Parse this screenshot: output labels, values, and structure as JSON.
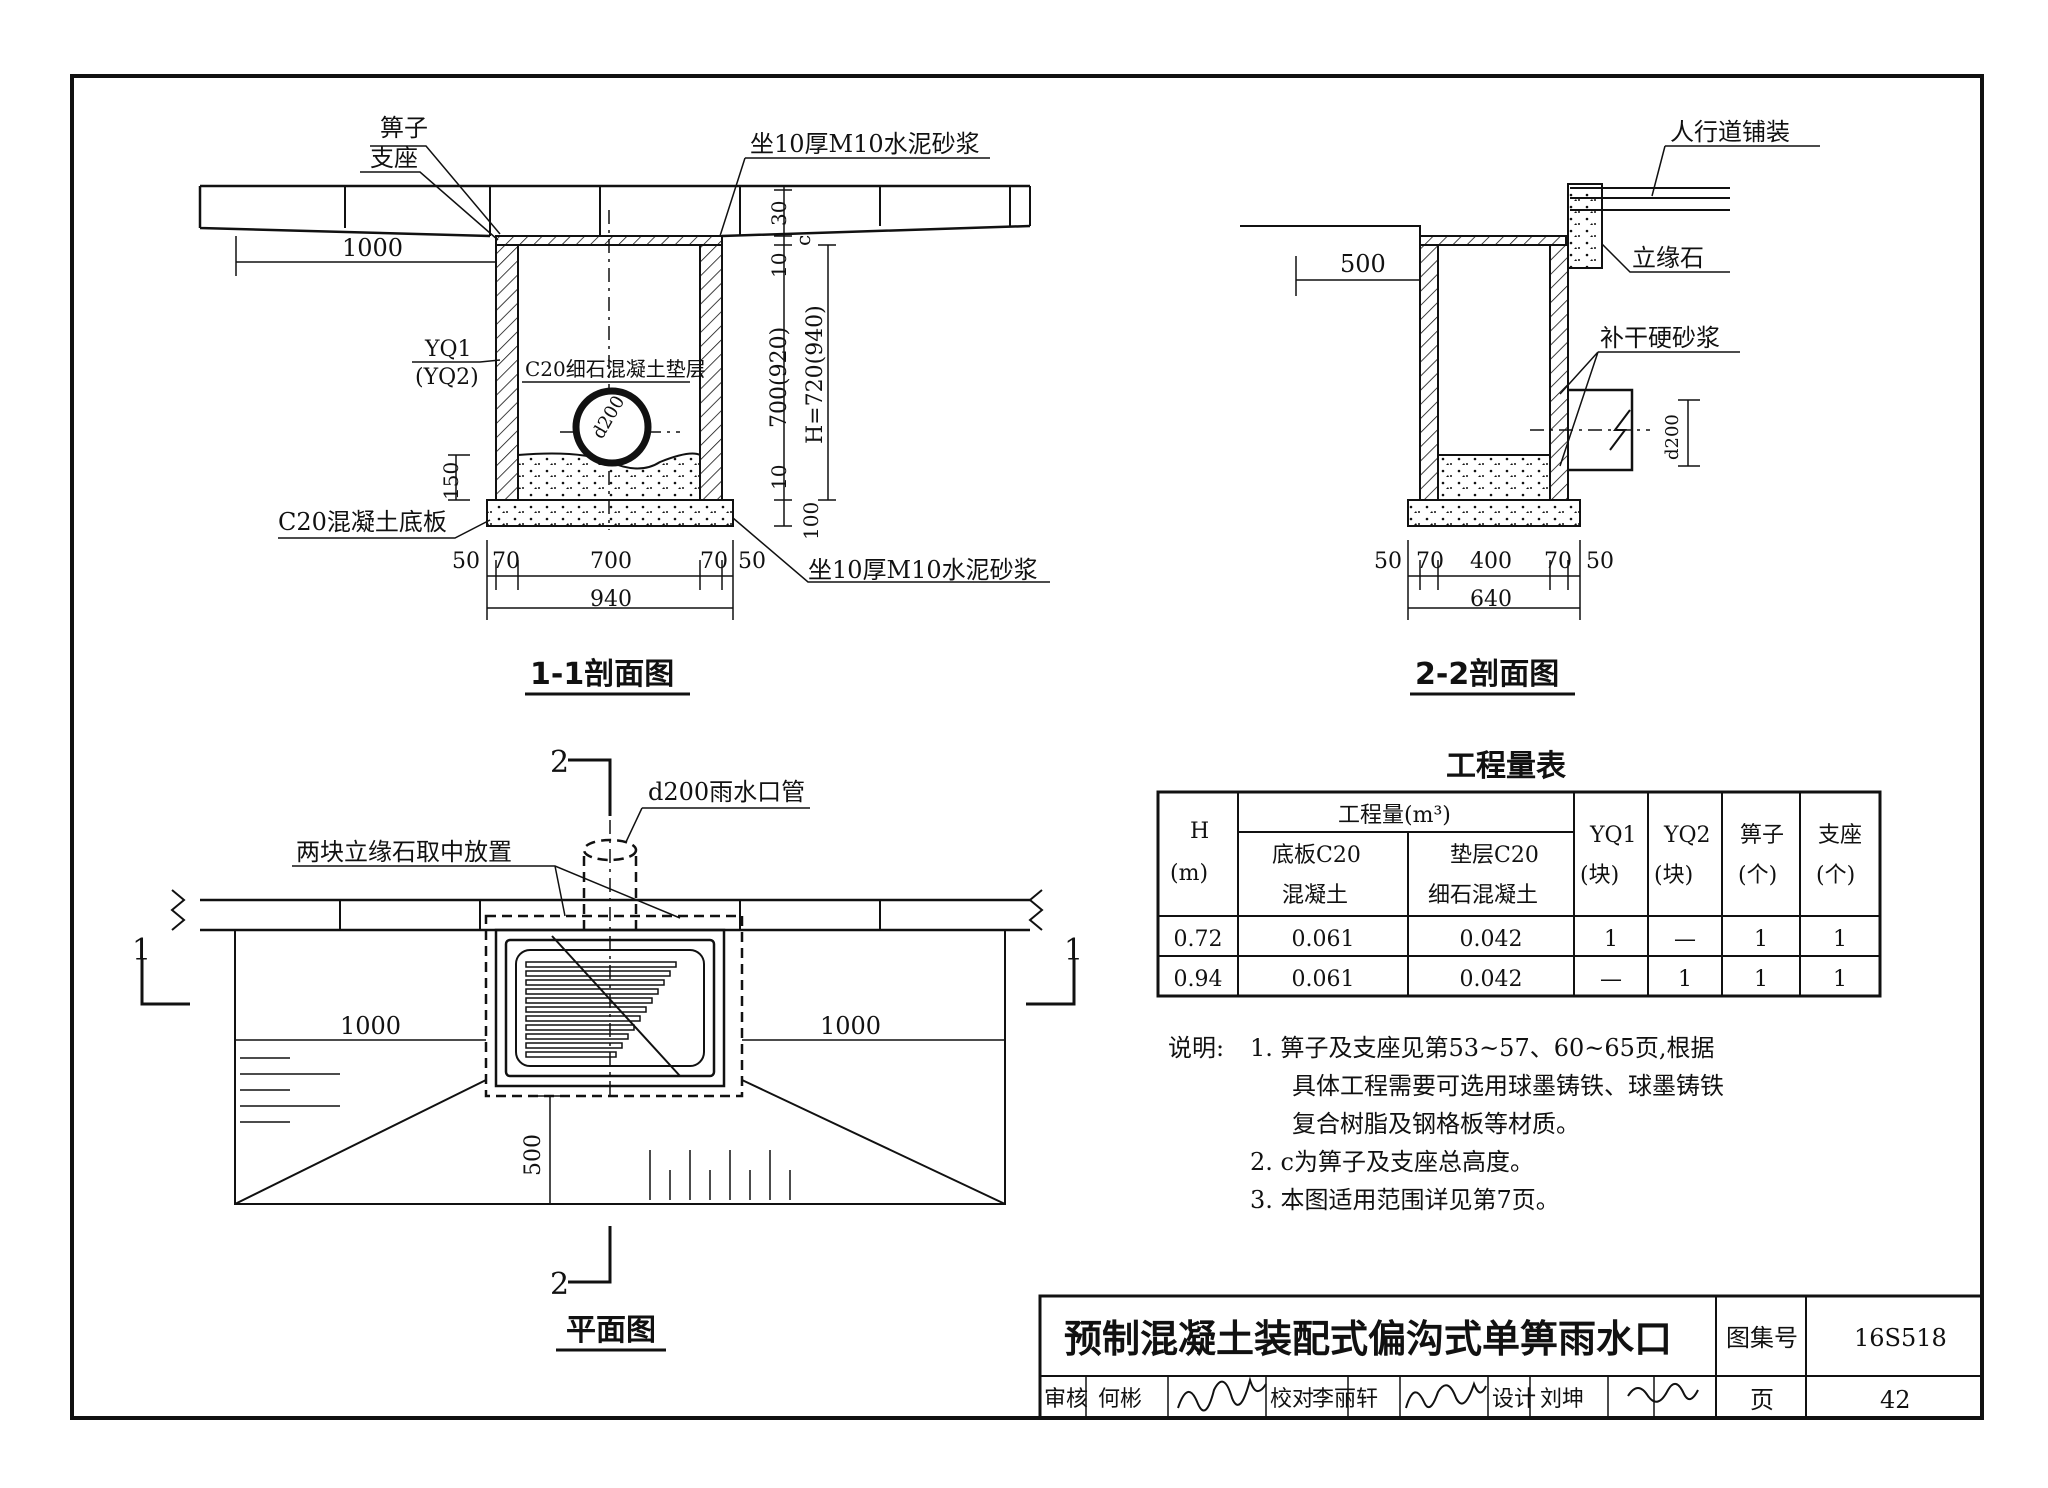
{
  "section11": {
    "title": "1-1剖面图",
    "grate": "箅子",
    "seat": "支座",
    "mortar_top": "坐10厚M10水泥砂浆",
    "mortar_bottom": "坐10厚M10水泥砂浆",
    "dim_1000": "1000",
    "yq1": "YQ1",
    "yq2": "(YQ2)",
    "cushion": "C20细石混凝土垫层",
    "pipe": "d200",
    "dim_150": "150",
    "base": "C20混凝土底板",
    "dim_30": "30",
    "dim_c": "c",
    "dim_10a": "10",
    "dim_700": "700(920)",
    "dim_H": "H=720(940)",
    "dim_10b": "10",
    "dim_100": "100",
    "dim_50a": "50",
    "dim_70a": "70",
    "dim_700w": "700",
    "dim_70b": "70",
    "dim_50b": "50",
    "dim_940": "940"
  },
  "section22": {
    "title": "2-2剖面图",
    "paving": "人行道铺装",
    "curb": "立缘石",
    "dry_mortar": "补干硬砂浆",
    "dim_500": "500",
    "dim_d200": "d200",
    "dim_50a": "50",
    "dim_70a": "70",
    "dim_400": "400",
    "dim_70b": "70",
    "dim_50b": "50",
    "dim_640": "640"
  },
  "plan": {
    "title": "平面图",
    "pipe_label": "d200雨水口管",
    "curb_note": "两块立缘石取中放置",
    "cut2_top": "2",
    "cut2_bottom": "2",
    "cut1_left": "1",
    "cut1_right": "1",
    "dim_1000_left": "1000",
    "dim_1000_right": "1000",
    "dim_500": "500"
  },
  "quantity_table": {
    "title": "工程量表",
    "h_head": "H",
    "h_unit": "(m)",
    "group_head": "工程量(m³)",
    "base_head_1": "底板C20",
    "base_head_2": "混凝土",
    "cushion_head_1": "垫层C20",
    "cushion_head_2": "细石混凝土",
    "yq1_head": "YQ1",
    "yq1_unit": "(块)",
    "yq2_head": "YQ2",
    "yq2_unit": "(块)",
    "grate_head": "箅子",
    "grate_unit": "(个)",
    "seat_head": "支座",
    "seat_unit": "(个)",
    "rows": [
      [
        "0.72",
        "0.061",
        "0.042",
        "1",
        "—",
        "1",
        "1"
      ],
      [
        "0.94",
        "0.061",
        "0.042",
        "—",
        "1",
        "1",
        "1"
      ]
    ]
  },
  "notes": {
    "label": "说明:",
    "n1": "1. 箅子及支座见第53~57、60~65页,根据",
    "n1b": "具体工程需要可选用球墨铸铁、球墨铸铁",
    "n1c": "复合树脂及钢格板等材质。",
    "n2": "2. c为箅子及支座总高度。",
    "n3": "3. 本图适用范围详见第7页。"
  },
  "title_block": {
    "drawing_title": "预制混凝土装配式偏沟式单箅雨水口",
    "atlas_label": "图集号",
    "atlas_no": "16S518",
    "review_label": "审核",
    "reviewer": "何彬",
    "check_label": "校对",
    "checker": "李丽轩",
    "design_label": "设计",
    "designer": "刘坤",
    "page_label": "页",
    "page_no": "42"
  }
}
